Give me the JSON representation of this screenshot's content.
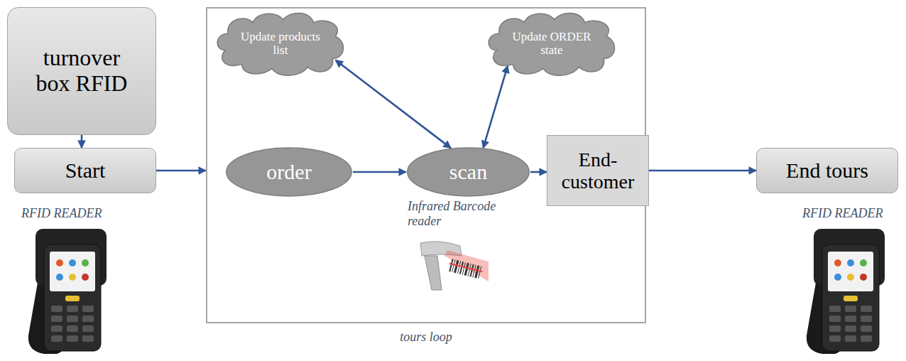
{
  "diagram": {
    "nodes": [
      {
        "text": [
          "turnover box RFID"
        ]
      },
      {
        "text": [
          "Start"
        ]
      },
      {
        "text": [
          "tours loop"
        ]
      },
      {
        "text": [
          "Update products list"
        ],
        "in": 2
      },
      {
        "text": [
          "Update ORDER state"
        ],
        "in": 2
      },
      {
        "text": [
          "order"
        ],
        "in": 2
      },
      {
        "text": [
          "scan"
        ],
        "in": 2
      },
      {
        "text": [
          "End-customer"
        ],
        "in": 2
      },
      {
        "text": [
          "End tours"
        ]
      }
    ],
    "edges": [
      {
        "from": 0,
        "to": 1,
        "arrow": "to"
      },
      {
        "from": 1,
        "to": 2,
        "arrow": "to"
      },
      {
        "from": 5,
        "to": 6,
        "arrow": "to"
      },
      {
        "from": 6,
        "to": 3,
        "arrow": "both"
      },
      {
        "from": 6,
        "to": 4,
        "arrow": "both"
      },
      {
        "from": 6,
        "to": 7,
        "arrow": "to"
      },
      {
        "from": 2,
        "to": 8,
        "arrow": "to"
      }
    ],
    "labels": [
      "RFID READER",
      "Infrared Barcode reader",
      "RFID READER"
    ]
  }
}
